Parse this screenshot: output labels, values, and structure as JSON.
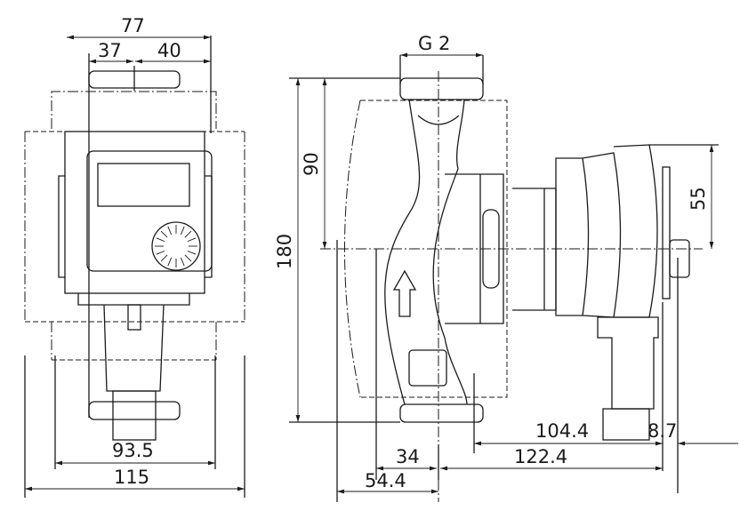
{
  "drawing": {
    "title": "Pump dimension drawing",
    "front_view": {
      "dims": {
        "overall_top": "77",
        "left_top": "37",
        "right_top": "40",
        "inner_bottom": "93.5",
        "overall_bottom": "115"
      }
    },
    "side_view": {
      "dims": {
        "thread": "G 2",
        "height_total": "180",
        "height_half": "90",
        "motor_height": "55",
        "motor_depth": "104.4",
        "plug": "8.7",
        "length_total": "122.4",
        "axis_offset": "34",
        "rear_offset": "54.4"
      }
    }
  }
}
